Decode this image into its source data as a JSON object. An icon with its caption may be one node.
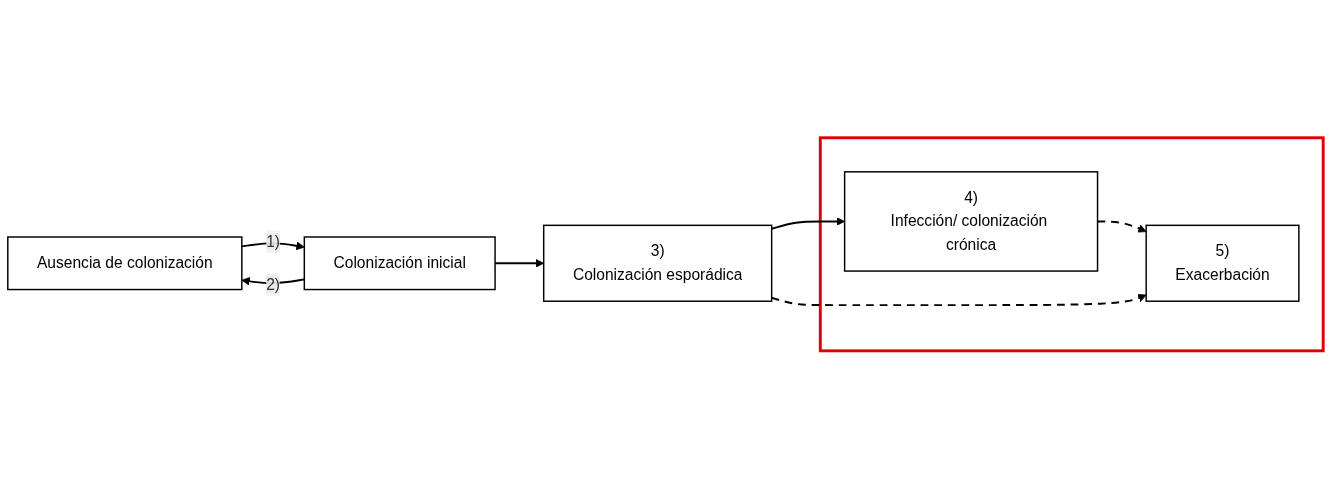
{
  "diagram": {
    "nodes": [
      {
        "text": [
          "Ausencia de colonización"
        ]
      },
      {
        "text": [
          "Colonización inicial"
        ]
      },
      {
        "text": [
          "3)",
          "Colonización esporádica"
        ]
      },
      {
        "text": [],
        "shape": "box"
      },
      {
        "text": [
          "4)",
          "Infección/ colonización crónica"
        ],
        "in": 3
      },
      {
        "text": [
          "5)",
          "Exacerbación"
        ],
        "in": 3
      }
    ],
    "edges": [
      {
        "from": 0,
        "to": 1,
        "arrow": "to",
        "label": "1)"
      },
      {
        "from": 1,
        "to": 0,
        "arrow": "to",
        "label": "2)"
      },
      {
        "from": 1,
        "to": 2,
        "arrow": "to"
      },
      {
        "from": 2,
        "to": 4,
        "arrow": "to"
      },
      {
        "from": 4,
        "to": 5,
        "arrow": "to",
        "style": "dashed"
      },
      {
        "from": 2,
        "to": 5,
        "arrow": "to",
        "style": "dashed"
      }
    ]
  }
}
